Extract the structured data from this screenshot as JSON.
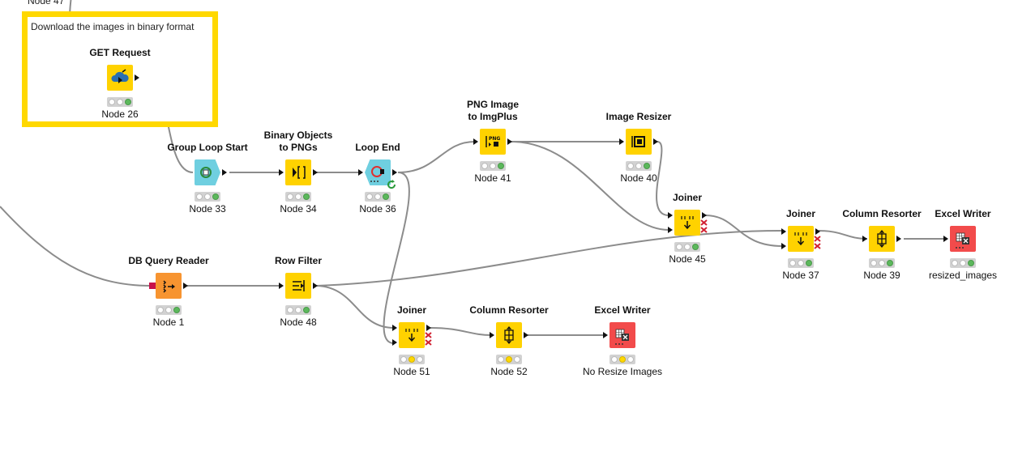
{
  "annotation": {
    "text": "Download the images in binary format"
  },
  "cut_node_label": "Node 47",
  "nodes": {
    "get_request": {
      "title": "GET Request",
      "label": "Node 26"
    },
    "group_loop_start": {
      "title": "Group Loop Start",
      "label": "Node 33"
    },
    "binary_to_png": {
      "title": "Binary Objects\nto PNGs",
      "label": "Node 34"
    },
    "loop_end": {
      "title": "Loop End",
      "label": "Node 36"
    },
    "png_to_imgplus": {
      "title": "PNG Image\nto ImgPlus",
      "label": "Node 41"
    },
    "image_resizer": {
      "title": "Image Resizer",
      "label": "Node 40"
    },
    "joiner_45": {
      "title": "Joiner",
      "label": "Node 45"
    },
    "joiner_37": {
      "title": "Joiner",
      "label": "Node 37"
    },
    "column_resorter_39": {
      "title": "Column Resorter",
      "label": "Node 39"
    },
    "excel_writer_resized": {
      "title": "Excel Writer",
      "label": "resized_images"
    },
    "db_query_reader": {
      "title": "DB Query Reader",
      "label": "Node 1"
    },
    "row_filter": {
      "title": "Row Filter",
      "label": "Node 48"
    },
    "joiner_51": {
      "title": "Joiner",
      "label": "Node 51"
    },
    "column_resorter_52": {
      "title": "Column Resorter",
      "label": "Node 52"
    },
    "excel_writer_noresize": {
      "title": "Excel Writer",
      "label": "No Resize Images"
    }
  },
  "colors": {
    "manipulator": "#ffd200",
    "loop": "#6fcfe0",
    "source": "#f79430",
    "sink": "#f24b4b",
    "annotation_border": "#ffd800",
    "status_executed": "#5cb85c",
    "status_configured": "#ffd800"
  },
  "icons": {
    "get_request": "cloud-arrow-icon",
    "group_loop_start": "loop-start-icon",
    "binary_to_png": "binary-convert-icon",
    "loop_end": "loop-end-icon",
    "png_to_imgplus": "png-image-icon",
    "image_resizer": "image-resize-icon",
    "joiner": "joiner-icon",
    "column_resorter": "column-resorter-icon",
    "excel_writer": "excel-icon",
    "db_query_reader": "database-reader-icon",
    "row_filter": "row-filter-icon"
  }
}
